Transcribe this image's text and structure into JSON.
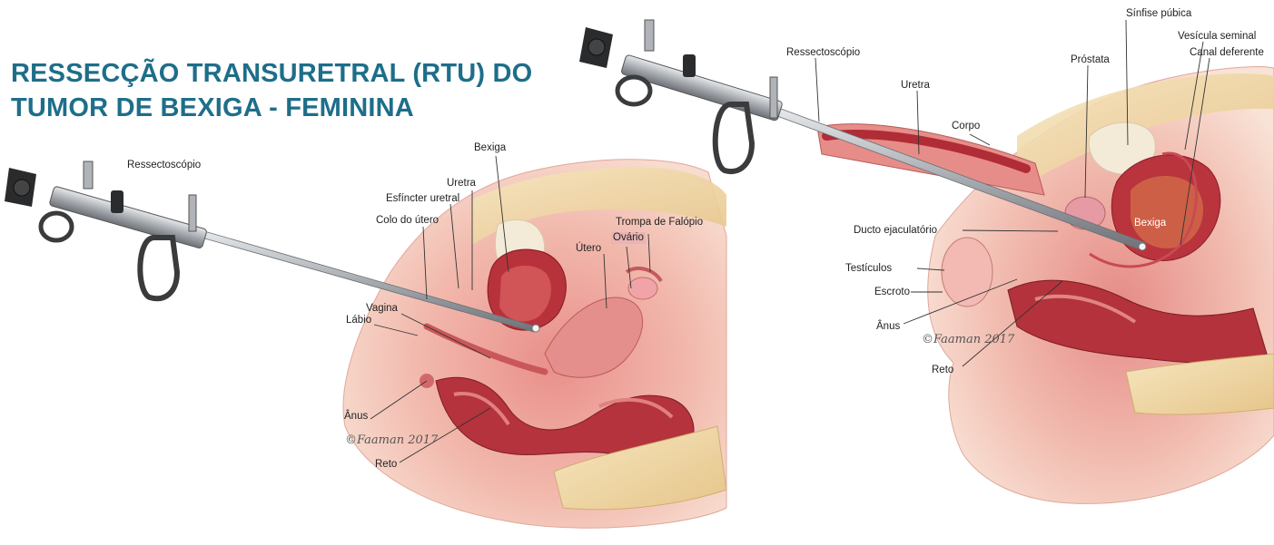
{
  "title": {
    "line1": "RESSECÇÃO TRANSURETRAL (RTU) DO",
    "line2": "TUMOR DE BEXIGA - FEMININA"
  },
  "female": {
    "labels": {
      "resectoscope": "Ressectoscópio",
      "bladder": "Bexiga",
      "urethra": "Uretra",
      "urethral_sphincter": "Esfíncter uretral",
      "cervix": "Colo do útero",
      "fallopian_tube": "Trompa de Falópio",
      "ovary": "Ovário",
      "uterus": "Útero",
      "vagina": "Vagina",
      "labia": "Lábio",
      "anus": "Ânus",
      "rectum": "Reto"
    },
    "signature": "©Faaman 2017"
  },
  "male": {
    "labels": {
      "resectoscope": "Ressectoscópio",
      "pubic_symphysis": "Sínfise púbica",
      "seminal_vesicle": "Vesícula seminal",
      "vas_deferens": "Canal deferente",
      "prostate": "Próstata",
      "urethra": "Uretra",
      "body": "Corpo",
      "ejaculatory_duct": "Ducto ejaculatório",
      "bladder": "Bexiga",
      "testicles": "Testículos",
      "scrotum": "Escroto",
      "anus": "Ânus",
      "rectum": "Reto"
    },
    "signature": "©Faaman 2017"
  },
  "colors": {
    "title": "#1e6e8a",
    "tissue_pink": "#f2c6b8",
    "tissue_red": "#c6434a",
    "fat_yellow": "#f1dca8",
    "instrument_metal": "#9a9ea4"
  }
}
